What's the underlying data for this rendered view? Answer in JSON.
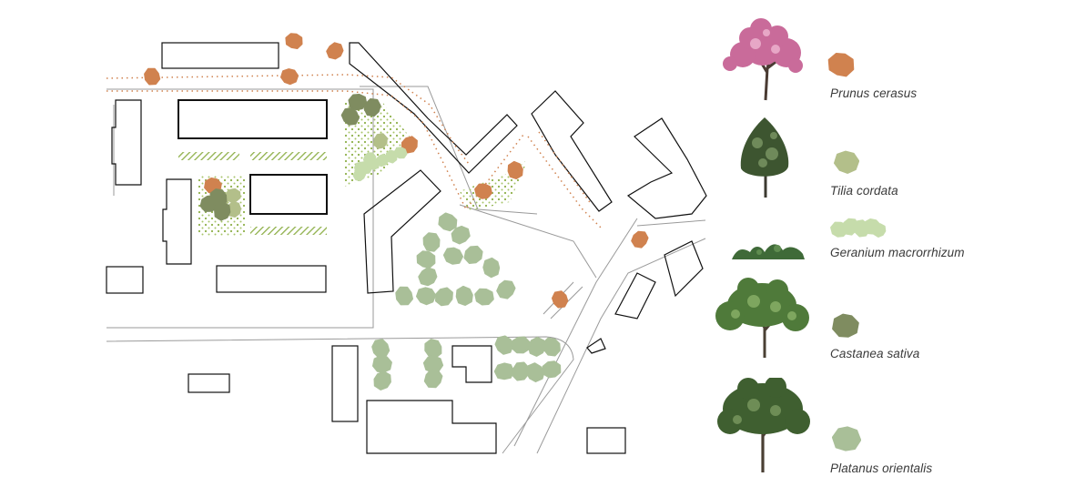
{
  "colors": {
    "prunus_cerasus": "#d0824f",
    "tilia_cordata": "#b3bf8a",
    "geranium_macrorrhizum": "#c6dcab",
    "castanea_sativa": "#7f8c60",
    "platanus_orientalis": "#a9bf98",
    "building_outline": "#111111",
    "street_line": "#9a9a9a",
    "path_dots": "#d0824f",
    "hatch": "#8fb04a"
  },
  "legend": [
    {
      "species": "Prunus cerasus",
      "swatch_color": "#d0824f",
      "tree_icon": "flowering-cherry-tree-icon"
    },
    {
      "species": "Tilia cordata",
      "swatch_color": "#b3bf8a",
      "tree_icon": "linden-tree-icon"
    },
    {
      "species": "Geranium macrorrhizum",
      "swatch_color": "#c6dcab",
      "tree_icon": "ground-cover-shrub-icon"
    },
    {
      "species": "Castanea sativa",
      "swatch_color": "#7f8c60",
      "tree_icon": "chestnut-tree-icon"
    },
    {
      "species": "Platanus orientalis",
      "swatch_color": "#a9bf98",
      "tree_icon": "plane-tree-icon"
    }
  ]
}
